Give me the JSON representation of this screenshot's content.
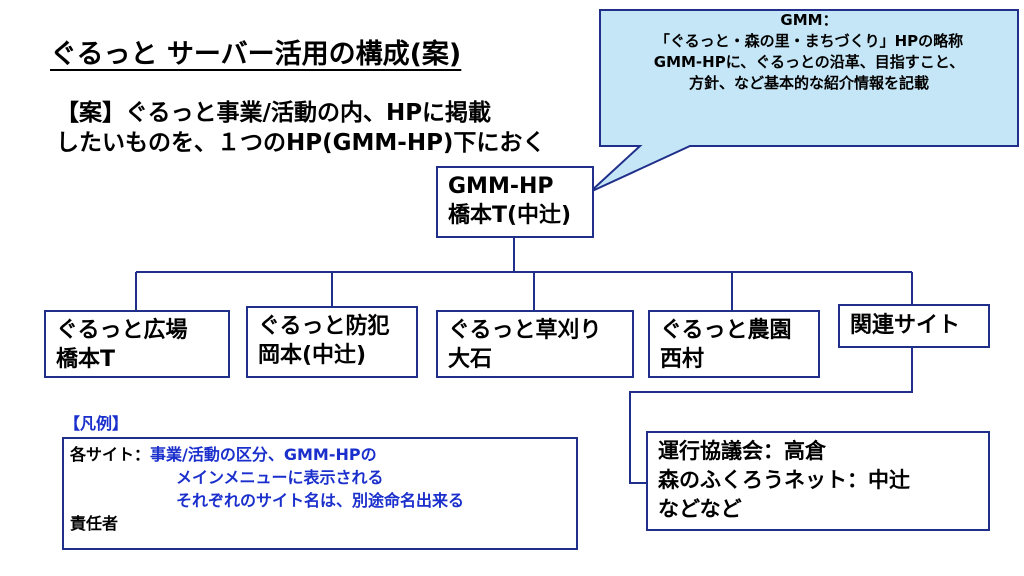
{
  "title": "ぐるっと サーバー活用の構成(案)",
  "intro": {
    "line1": "【案】ぐるっと事業/活動の内、HPに掲載",
    "line2": "したいものを、１つのHP(GMM-HP)下におく"
  },
  "callout": {
    "line1": "GMM：",
    "line2": "「ぐるっと・森の里・まちづくり」HPの略称",
    "line3": "GMM-HPに、ぐるっとの沿革、目指すこと、",
    "line4": "方針、など基本的な紹介情報を記載",
    "fill_color": "#c5e6f6"
  },
  "root": {
    "name": "GMM-HP",
    "owner": "橋本T(中辻)"
  },
  "sites": [
    {
      "name": "ぐるっと広場",
      "owner": "橋本T"
    },
    {
      "name": "ぐるっと防犯",
      "owner": "岡本(中辻)"
    },
    {
      "name": "ぐるっと草刈り",
      "owner": "大石"
    },
    {
      "name": "ぐるっと農園",
      "owner": "西村"
    },
    {
      "name": "関連サイト",
      "owner": ""
    }
  ],
  "related": {
    "line1": "運行協議会：高倉",
    "line2": "森のふくろうネット：中辻",
    "line3": "などなど"
  },
  "legend": {
    "title": "【凡例】",
    "label": "各サイト：",
    "desc1": "事業/活動の区分、GMM-HPの",
    "desc2": "メインメニューに表示される",
    "desc3": "それぞれのサイト名は、別途命名出来る",
    "owner_label": "責任者"
  },
  "colors": {
    "line": "#1f2f8a",
    "accent_text": "#1a2fcc",
    "callout_fill": "#c5e6f6"
  }
}
